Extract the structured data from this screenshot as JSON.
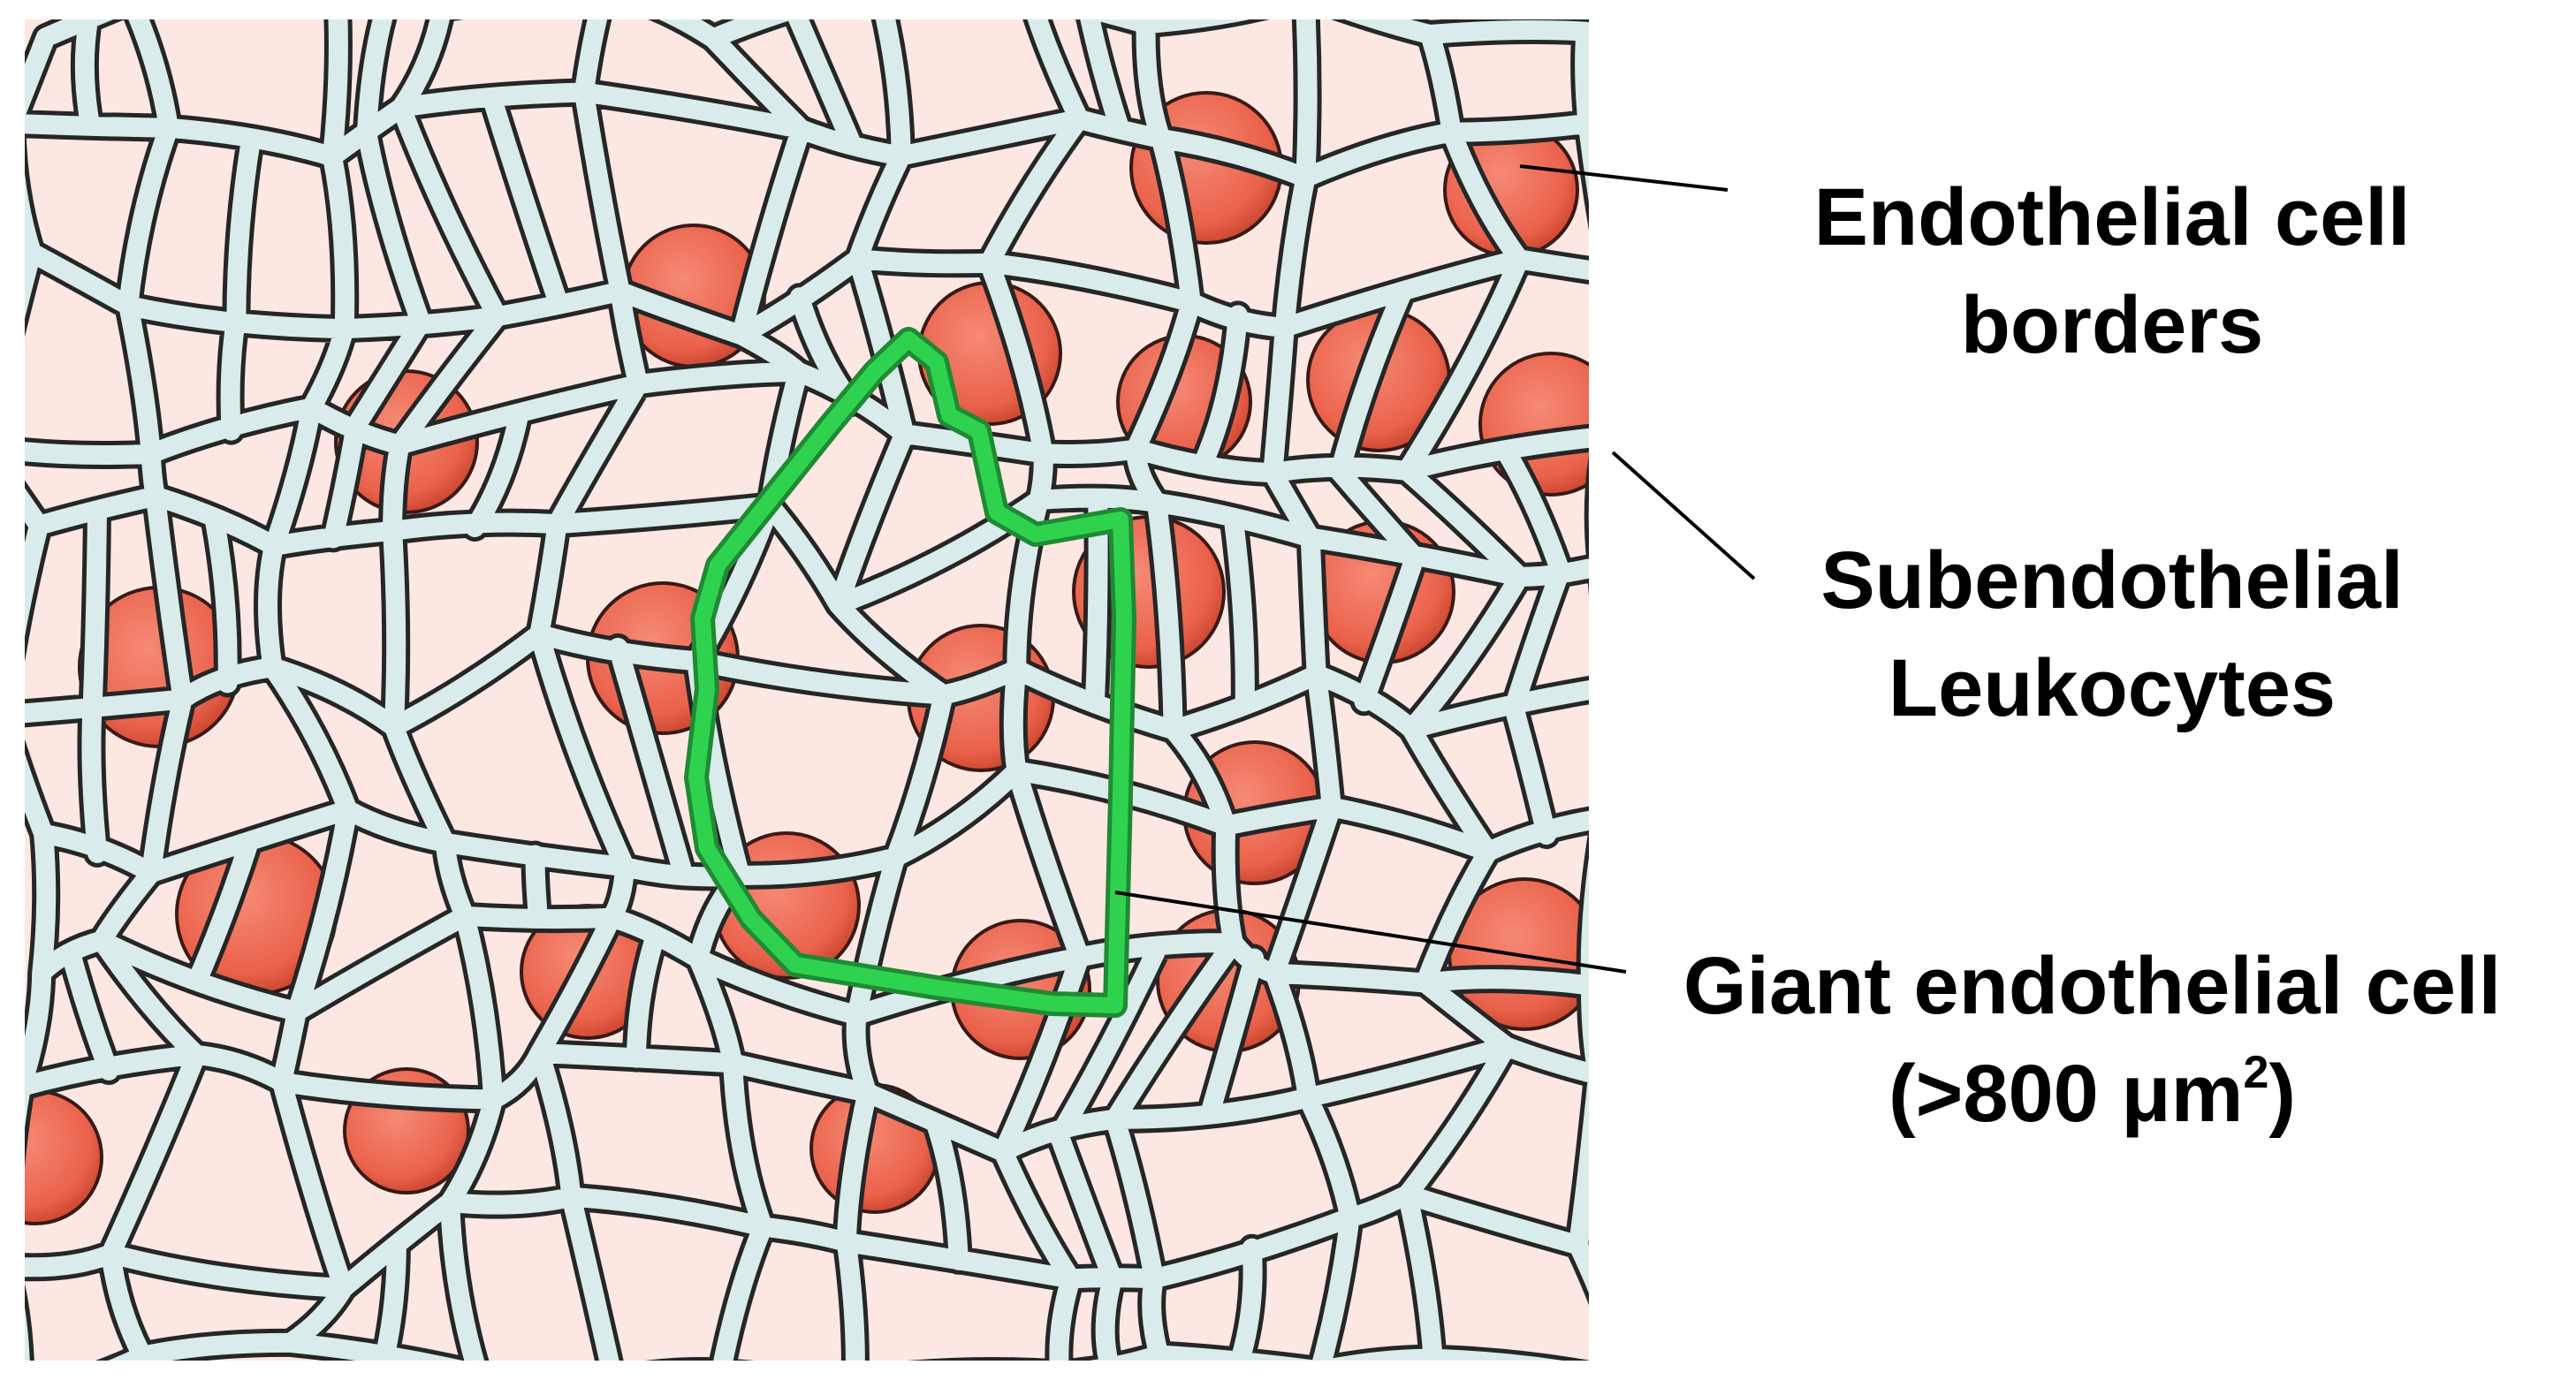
{
  "labels": {
    "endothelial_borders": {
      "line1": "Endothelial cell",
      "line2": "borders"
    },
    "leukocytes": {
      "line1": "Subendothelial",
      "line2": "Leukocytes"
    },
    "giant_cell": {
      "line1": "Giant endothelial cell",
      "line2_prefix": "(>800 μm",
      "line2_sup": "2",
      "line2_suffix": ")"
    }
  },
  "colors": {
    "background": "#fde7e3",
    "cell_border_fill": "#d9ebea",
    "cell_border_outline": "#262626",
    "leukocyte_fill": "#ef6b55",
    "giant_cell_outline": "#26c043",
    "leader_line": "#000000"
  }
}
